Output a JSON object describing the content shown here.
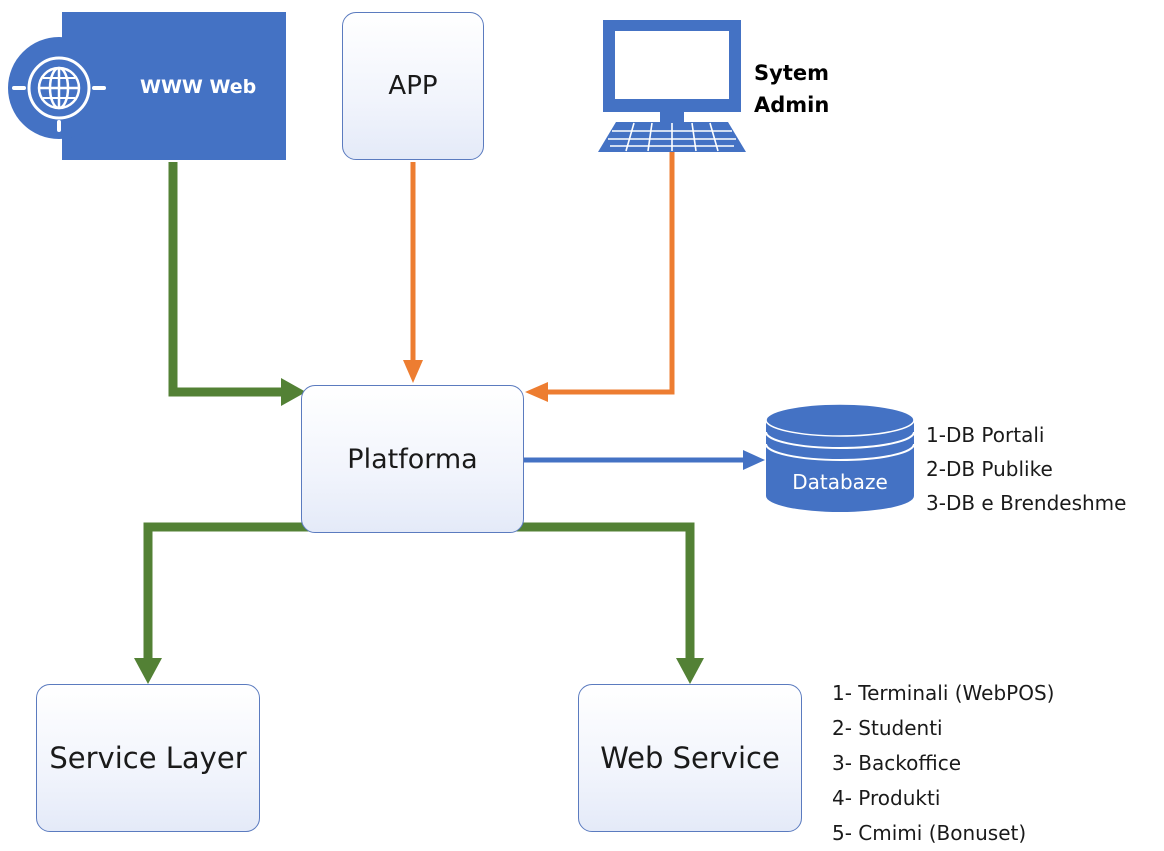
{
  "nodes": {
    "www_web": "WWW Web",
    "app": "APP",
    "system_admin": [
      "Sytem",
      "Admin"
    ],
    "platforma": "Platforma",
    "databaze": "Databaze",
    "service_layer": "Service Layer",
    "web_service": "Web Service"
  },
  "database_items": [
    "1-DB Portali",
    "2-DB Publike",
    "3-DB e Brendeshme"
  ],
  "web_service_items": [
    "1- Terminali (WebPOS)",
    "2- Studenti",
    "3- Backoffice",
    "4- Produkti",
    "5- Cmimi (Bonuset)"
  ],
  "colors": {
    "green_connector": "#538135",
    "orange_connector": "#ed7d31",
    "blue_connector": "#4472c4",
    "web_box": "#4472c4",
    "box_border": "#5b7bbf"
  },
  "icons": {
    "web": "globe-icon",
    "admin": "computer-icon",
    "database": "database-cylinder-icon"
  }
}
